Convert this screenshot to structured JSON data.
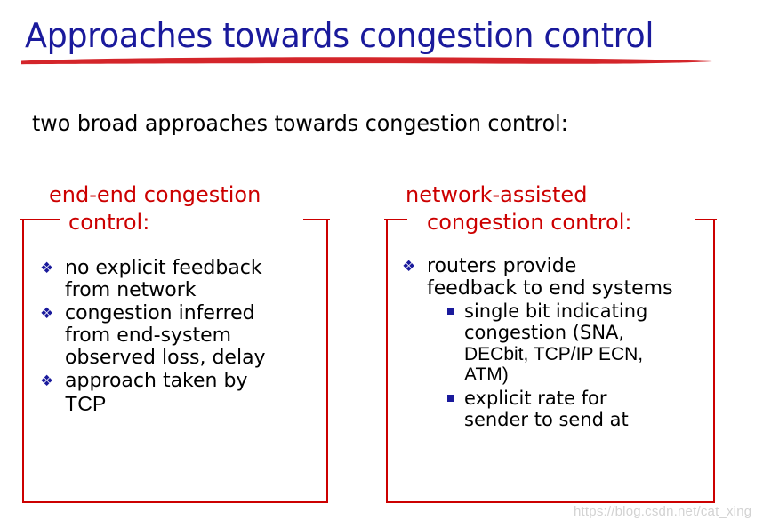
{
  "slide": {
    "title": "Approaches towards congestion control",
    "title_color": "#1a1a9c",
    "underline_color": "#cc0000",
    "lead_in": "two broad approaches towards congestion control:",
    "background_color": "#ffffff",
    "box_border_color": "#cc0000",
    "heading_color": "#cc0000",
    "bullet_marker_color": "#1a1a9c",
    "body_text_color": "#000000"
  },
  "columns": [
    {
      "id": "end-end",
      "heading_line1": "end-end congestion",
      "heading_line2": "control:",
      "bullet_marker": "❖",
      "bullets": [
        {
          "lines": [
            "no explicit feedback",
            "from network"
          ]
        },
        {
          "lines": [
            "congestion inferred",
            "from end-system",
            "observed loss, delay"
          ]
        },
        {
          "lines": [
            "approach taken by",
            "TCP"
          ]
        }
      ]
    },
    {
      "id": "network-assisted",
      "heading_line1": "network-assisted",
      "heading_line2": "congestion control:",
      "bullet_marker": "❖",
      "bullets": [
        {
          "lines": [
            "routers provide",
            "feedback to end systems"
          ],
          "subbullets": [
            {
              "lines": [
                "single bit indicating",
                "congestion (SNA,",
                "DECbit, TCP/IP ECN,",
                "ATM)"
              ]
            },
            {
              "lines": [
                "explicit rate for",
                "sender to send at"
              ]
            }
          ]
        }
      ]
    }
  ],
  "watermark": {
    "text": "https://blog.csdn.net/cat_xing",
    "color": "#d2d2d2"
  }
}
